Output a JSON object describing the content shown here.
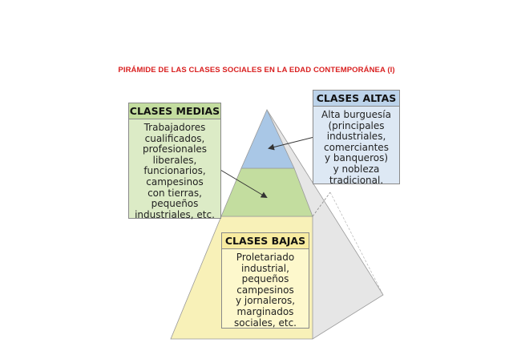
{
  "title": "PIRÁMIDE DE LAS CLASES SOCIALES EN LA EDAD CONTEMPORÁNEA (I)",
  "colors": {
    "title": "#d91f1f",
    "top_tier": "#a9c7e6",
    "middle_tier": "#c3dd9f",
    "bottom_tier": "#f8f1b8",
    "pyramid_side": "#e6e6e6"
  },
  "boxes": {
    "medias": {
      "header": "CLASES MEDIAS",
      "lines": [
        "Trabajadores",
        "cualificados,",
        "profesionales",
        "liberales,",
        "funcionarios,",
        "campesinos",
        "con tierras,",
        "pequeños",
        "industriales, etc."
      ]
    },
    "altas": {
      "header": "CLASES ALTAS",
      "lines": [
        "Alta burguesía",
        "(principales",
        "industriales,",
        "comerciantes",
        "y banqueros)",
        "y nobleza",
        "tradicional."
      ]
    },
    "bajas": {
      "header": "CLASES BAJAS",
      "lines": [
        "Proletariado",
        "industrial,",
        "pequeños",
        "campesinos",
        "y jornaleros,",
        "marginados",
        "sociales, etc."
      ]
    }
  }
}
